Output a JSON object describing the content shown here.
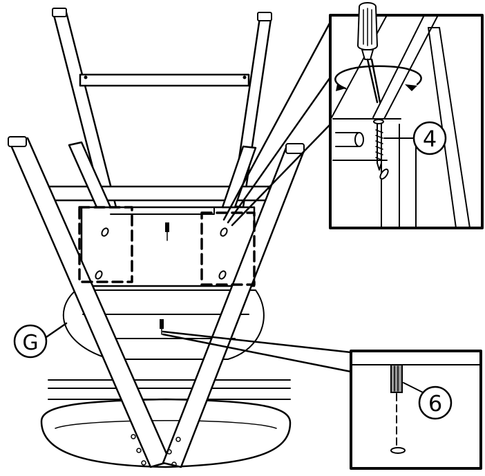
{
  "callouts": {
    "part_g": "G",
    "part_4": "4",
    "part_6": "6"
  },
  "icons": [
    "screwdriver-icon",
    "rotation-arrow-icon",
    "screw-icon",
    "dowel-icon"
  ],
  "colors": {
    "line": "#000000",
    "background": "#ffffff",
    "dowel_shade": "#9a9a9a"
  }
}
